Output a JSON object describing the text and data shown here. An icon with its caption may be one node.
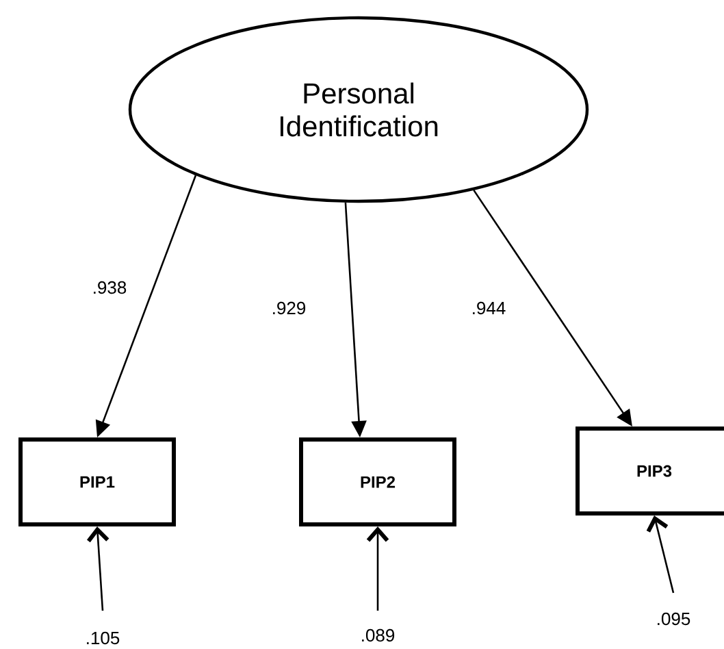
{
  "diagram": {
    "nodes": [
      {
        "text": [
          "Personal Identification"
        ]
      },
      {
        "text": [
          "PIP1"
        ]
      },
      {
        "text": [
          "PIP2"
        ]
      },
      {
        "text": [
          "PIP3"
        ]
      }
    ],
    "edges": [
      {
        "from": 0,
        "to": 1,
        "arrow": "to",
        "label": ".938"
      },
      {
        "from": 0,
        "to": 2,
        "arrow": "to",
        "label": ".929"
      },
      {
        "from": 0,
        "to": 3,
        "arrow": "to",
        "label": ".944"
      },
      {
        "from": null,
        "to": 1,
        "arrow": "to",
        "label": ".105"
      },
      {
        "from": null,
        "to": 2,
        "arrow": "to",
        "label": ".089"
      },
      {
        "from": null,
        "to": 3,
        "arrow": "to",
        "label": ".095"
      }
    ]
  }
}
